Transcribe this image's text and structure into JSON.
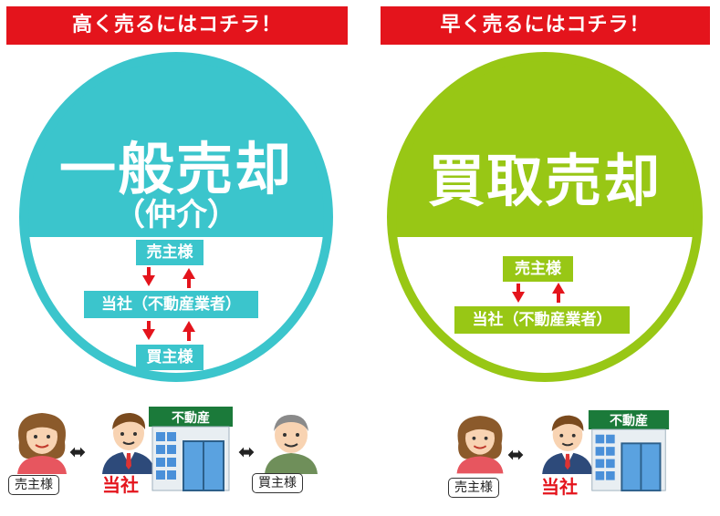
{
  "colors": {
    "red": "#e4141c",
    "cyan": "#3bc5cc",
    "green": "#98c715",
    "store_green": "#1b7a3a"
  },
  "left": {
    "banner": "高く売るにはコチラ！",
    "title": "一般売却",
    "subtitle": "（仲介）",
    "seller": "売主様",
    "agent": "当社（不動産業者）",
    "buyer": "買主様",
    "bottom_seller_label": "売主様",
    "company_label": "当社",
    "store_sign": "不動産",
    "bottom_buyer_label": "買主様"
  },
  "right": {
    "banner": "早く売るにはコチラ！",
    "title": "買取売却",
    "seller": "売主様",
    "agent": "当社（不動産業者）",
    "bottom_seller_label": "売主様",
    "company_label": "当社",
    "store_sign": "不動産"
  }
}
